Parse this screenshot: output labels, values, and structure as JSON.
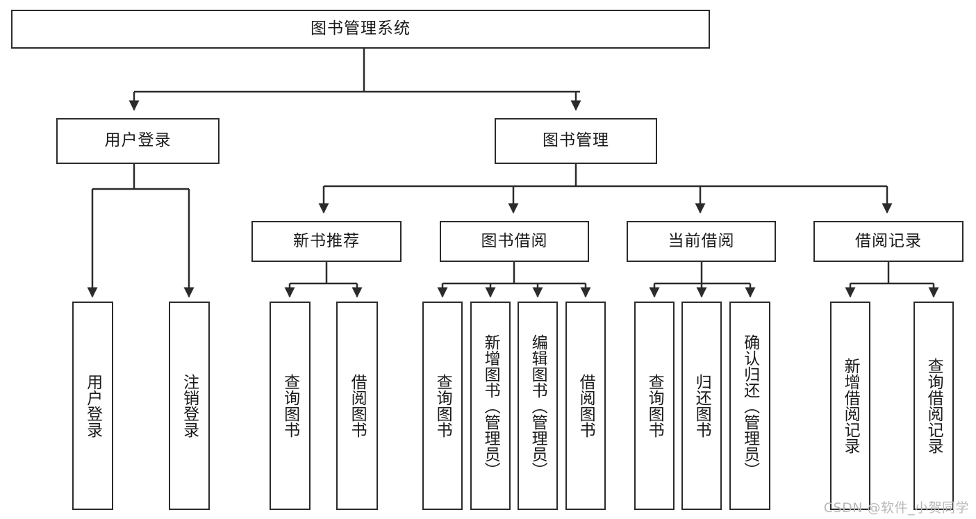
{
  "diagram": {
    "type": "hierarchy-tree",
    "title": "图书管理系统",
    "levels": 4,
    "root": {
      "label": "图书管理系统"
    },
    "level2": [
      {
        "label": "用户登录"
      },
      {
        "label": "图书管理"
      }
    ],
    "level3": [
      {
        "label": "新书推荐"
      },
      {
        "label": "图书借阅"
      },
      {
        "label": "当前借阅"
      },
      {
        "label": "借阅记录"
      }
    ],
    "leaves_user_login": [
      {
        "label": "用户登录"
      },
      {
        "label": "注销登录"
      }
    ],
    "leaves_new_book": [
      {
        "label": "查询图书"
      },
      {
        "label": "借阅图书"
      }
    ],
    "leaves_borrow": [
      {
        "label": "查询图书"
      },
      {
        "label": "新增图书（管理员）"
      },
      {
        "label": "编辑图书（管理员）"
      },
      {
        "label": "借阅图书"
      }
    ],
    "leaves_current": [
      {
        "label": "查询图书"
      },
      {
        "label": "归还图书"
      },
      {
        "label": "确认归还（管理员）"
      }
    ],
    "leaves_records": [
      {
        "label": "新增借阅记录"
      },
      {
        "label": "查询借阅记录"
      }
    ]
  },
  "watermark": {
    "text": "CSDN @软件_小贺同学"
  },
  "colors": {
    "stroke": "#2b2b2b",
    "fill": "#ffffff",
    "text": "#1a1a1a",
    "watermark": "#b9b9b9"
  }
}
